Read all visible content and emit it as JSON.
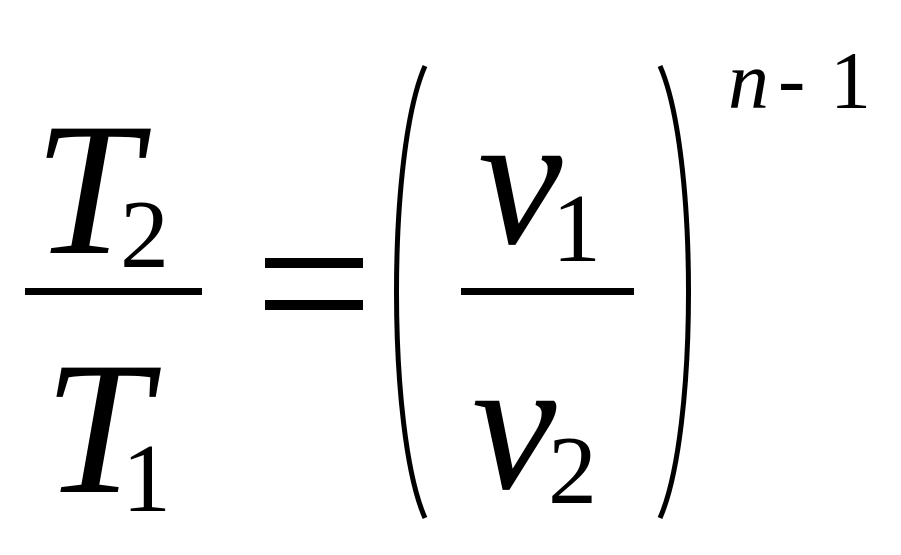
{
  "equation": {
    "left_fraction": {
      "numerator": {
        "symbol": "T",
        "subscript": "2"
      },
      "denominator": {
        "symbol": "T",
        "subscript": "1"
      }
    },
    "equals": "=",
    "right_fraction": {
      "numerator": {
        "symbol": "v",
        "subscript": "1"
      },
      "denominator": {
        "symbol": "v",
        "subscript": "2"
      }
    },
    "exponent": {
      "variable": "n",
      "operator": "-",
      "constant": "1"
    }
  }
}
